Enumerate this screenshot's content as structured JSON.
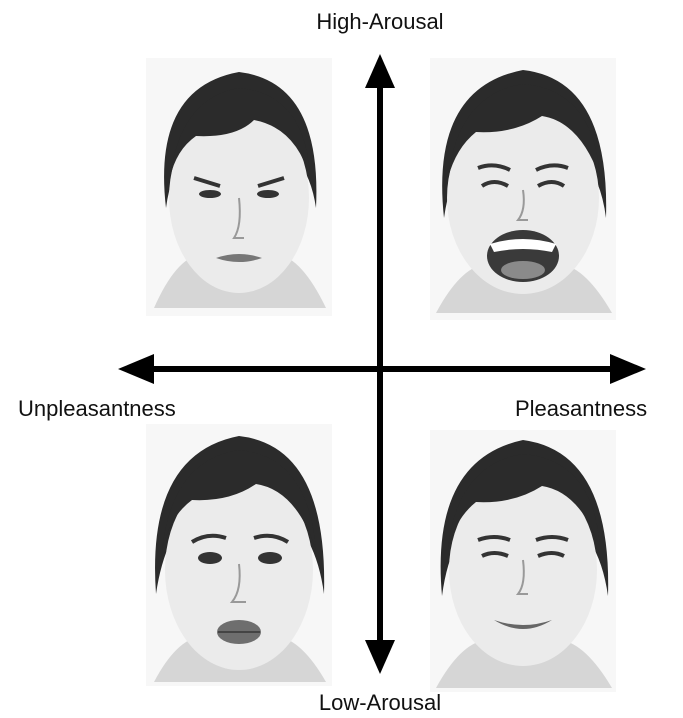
{
  "axes": {
    "top_label": "High-Arousal",
    "bottom_label": "Low-Arousal",
    "left_label": "Unpleasantness",
    "right_label": "Pleasantness"
  },
  "faces": {
    "top_left": "face-frowning-icon",
    "top_right": "face-laughing-icon",
    "bottom_left": "face-sad-icon",
    "bottom_right": "face-smiling-icon"
  },
  "colors": {
    "arrow": "#000000",
    "skin": "#ebebeb",
    "hair": "#2b2b2b"
  }
}
